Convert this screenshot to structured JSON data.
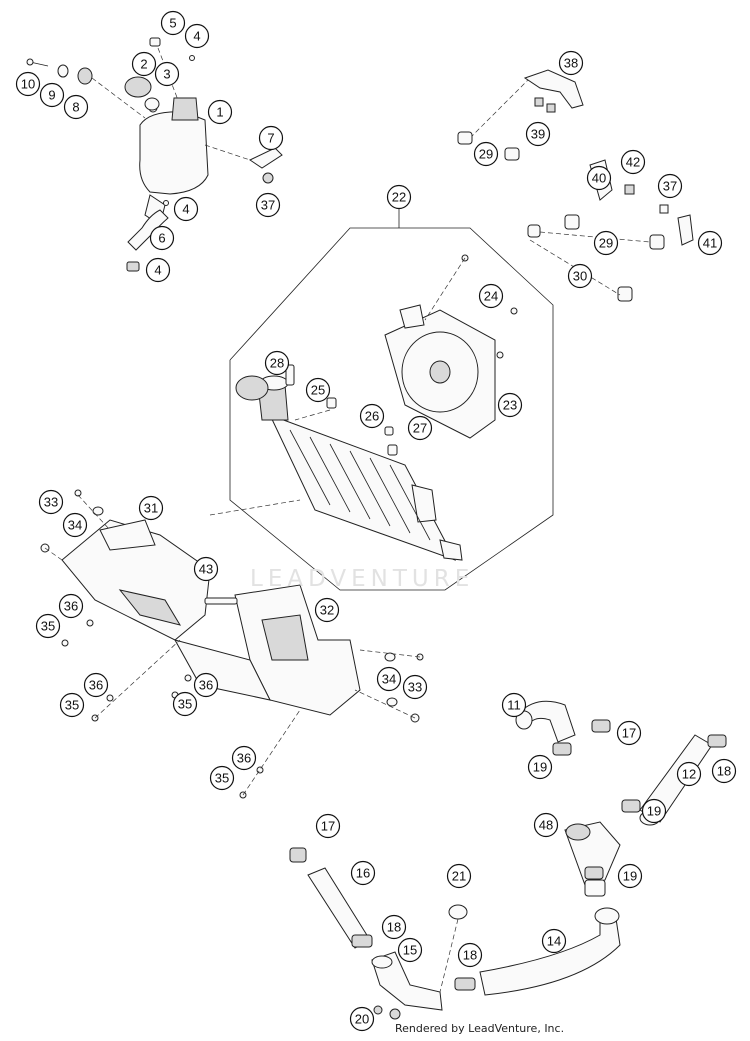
{
  "callouts": [
    "1",
    "2",
    "3",
    "4",
    "5",
    "6",
    "7",
    "8",
    "9",
    "10",
    "11",
    "12",
    "14",
    "15",
    "16",
    "17",
    "18",
    "19",
    "20",
    "21",
    "22",
    "23",
    "24",
    "25",
    "26",
    "27",
    "28",
    "29",
    "30",
    "31",
    "32",
    "33",
    "34",
    "35",
    "36",
    "37",
    "38",
    "39",
    "40",
    "41",
    "42",
    "43",
    "48"
  ],
  "watermark": "LEADVENTURE",
  "footer": "Rendered by LeadVenture, Inc."
}
